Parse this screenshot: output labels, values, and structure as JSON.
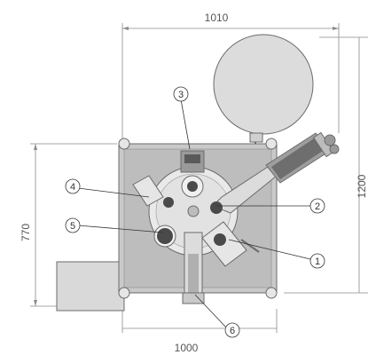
{
  "dimensions": {
    "top_width": "1010",
    "bottom_width": "1000",
    "left_height": "770",
    "right_height": "1200"
  },
  "callouts": [
    {
      "label": "1"
    },
    {
      "label": "2"
    },
    {
      "label": "3"
    },
    {
      "label": "4"
    },
    {
      "label": "5"
    },
    {
      "label": "6"
    }
  ],
  "colors": {
    "frame_fill": "#c9c9c9",
    "frame_inner": "#bdbdbd",
    "sphere_fill": "#dcdcdc",
    "component_fill": "#e6e6e6",
    "dark_part": "#3c3c3c",
    "line": "#6b6b6b"
  }
}
